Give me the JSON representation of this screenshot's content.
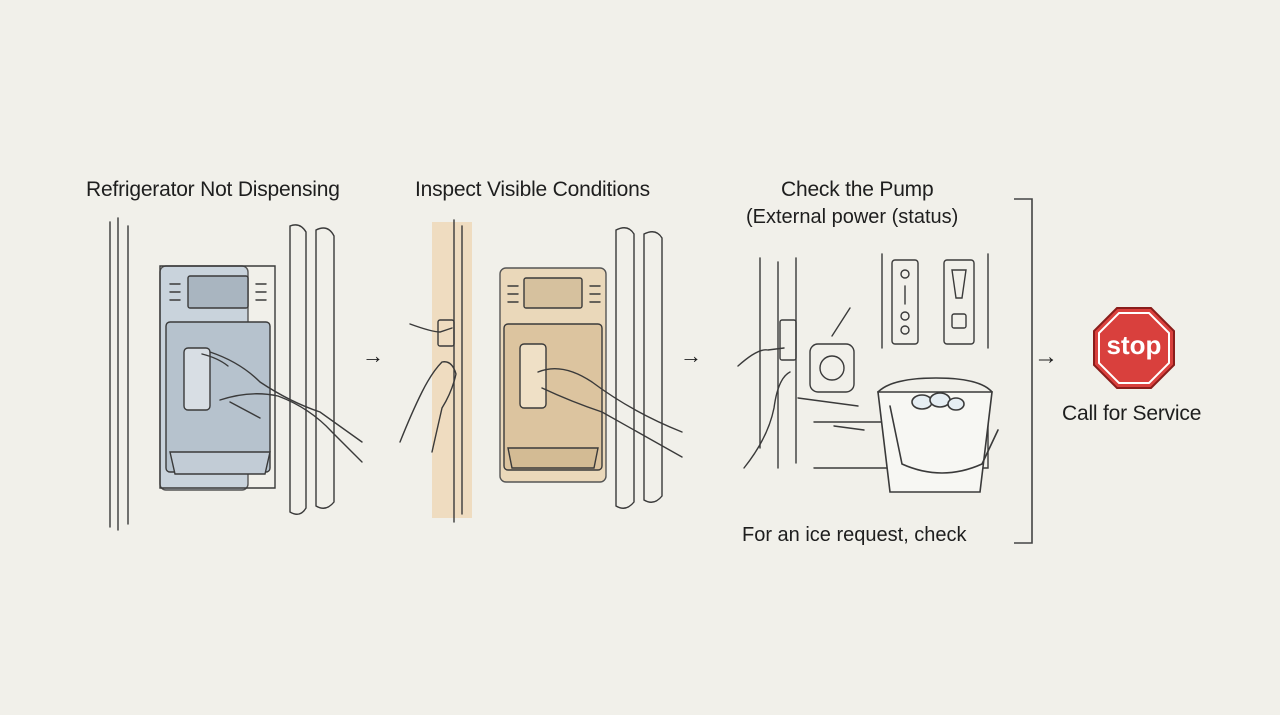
{
  "steps": [
    {
      "title": "Refrigerator Not Dispensing"
    },
    {
      "title": "Inspect Visible Conditions"
    },
    {
      "title": "Check the Pump",
      "subtitle": "(External power (status)",
      "caption": "For an ice request, check"
    },
    {
      "title": "Call for Service",
      "sign_text": "stop"
    }
  ],
  "icons": {
    "step1": "dispenser-press-icon",
    "step2": "inspect-hand-icon",
    "step3": "pump-plug-icon",
    "ice_bucket": "ice-bucket-icon",
    "step4": "stop-sign-icon"
  },
  "colors": {
    "background": "#f1f0ea",
    "ink": "#2a2a2a",
    "dispenser_blue": "#c9d3dc",
    "dispenser_tan": "#e9d6b8",
    "stop_red": "#d9403d"
  }
}
